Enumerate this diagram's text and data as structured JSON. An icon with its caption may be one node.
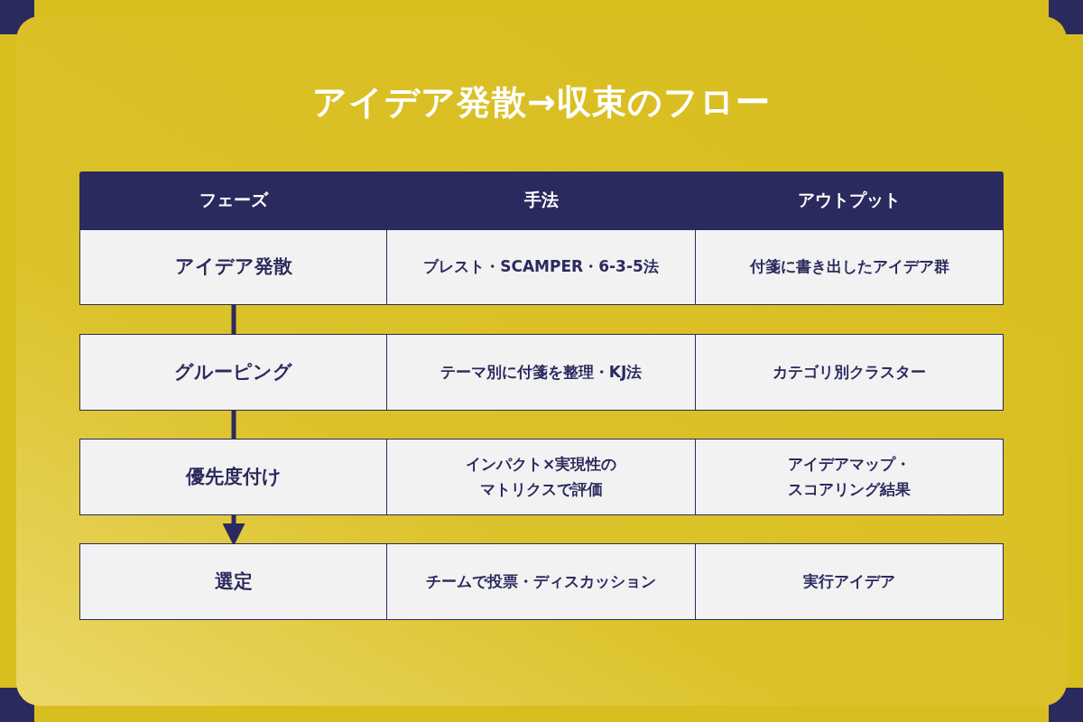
{
  "diagram": {
    "title": "アイデア発散→収束のフロー",
    "nodes": [
      {
        "text": [
          "アイデア発散"
        ]
      },
      {
        "text": [
          "グルーピング"
        ]
      },
      {
        "text": [
          "優先度付け"
        ]
      },
      {
        "text": [
          "選定"
        ]
      }
    ],
    "edges": [
      {
        "from": 0,
        "to": 1,
        "arrow": "none"
      },
      {
        "from": 1,
        "to": 2,
        "arrow": "none"
      },
      {
        "from": 2,
        "to": 3,
        "arrow": "to"
      }
    ],
    "labels": [
      "フェーズ",
      "手法",
      "アウトプット",
      "ブレスト・SCAMPER・6-3-5法",
      "付箋に書き出したアイデア群",
      "テーマ別に付箋を整理・KJ法",
      "カテゴリ別クラスター",
      "インパクト×実現性のマトリクスで評価",
      "アイデアマップ・スコアリング結果",
      "チームで投票・ディスカッション",
      "実行アイデア"
    ]
  }
}
